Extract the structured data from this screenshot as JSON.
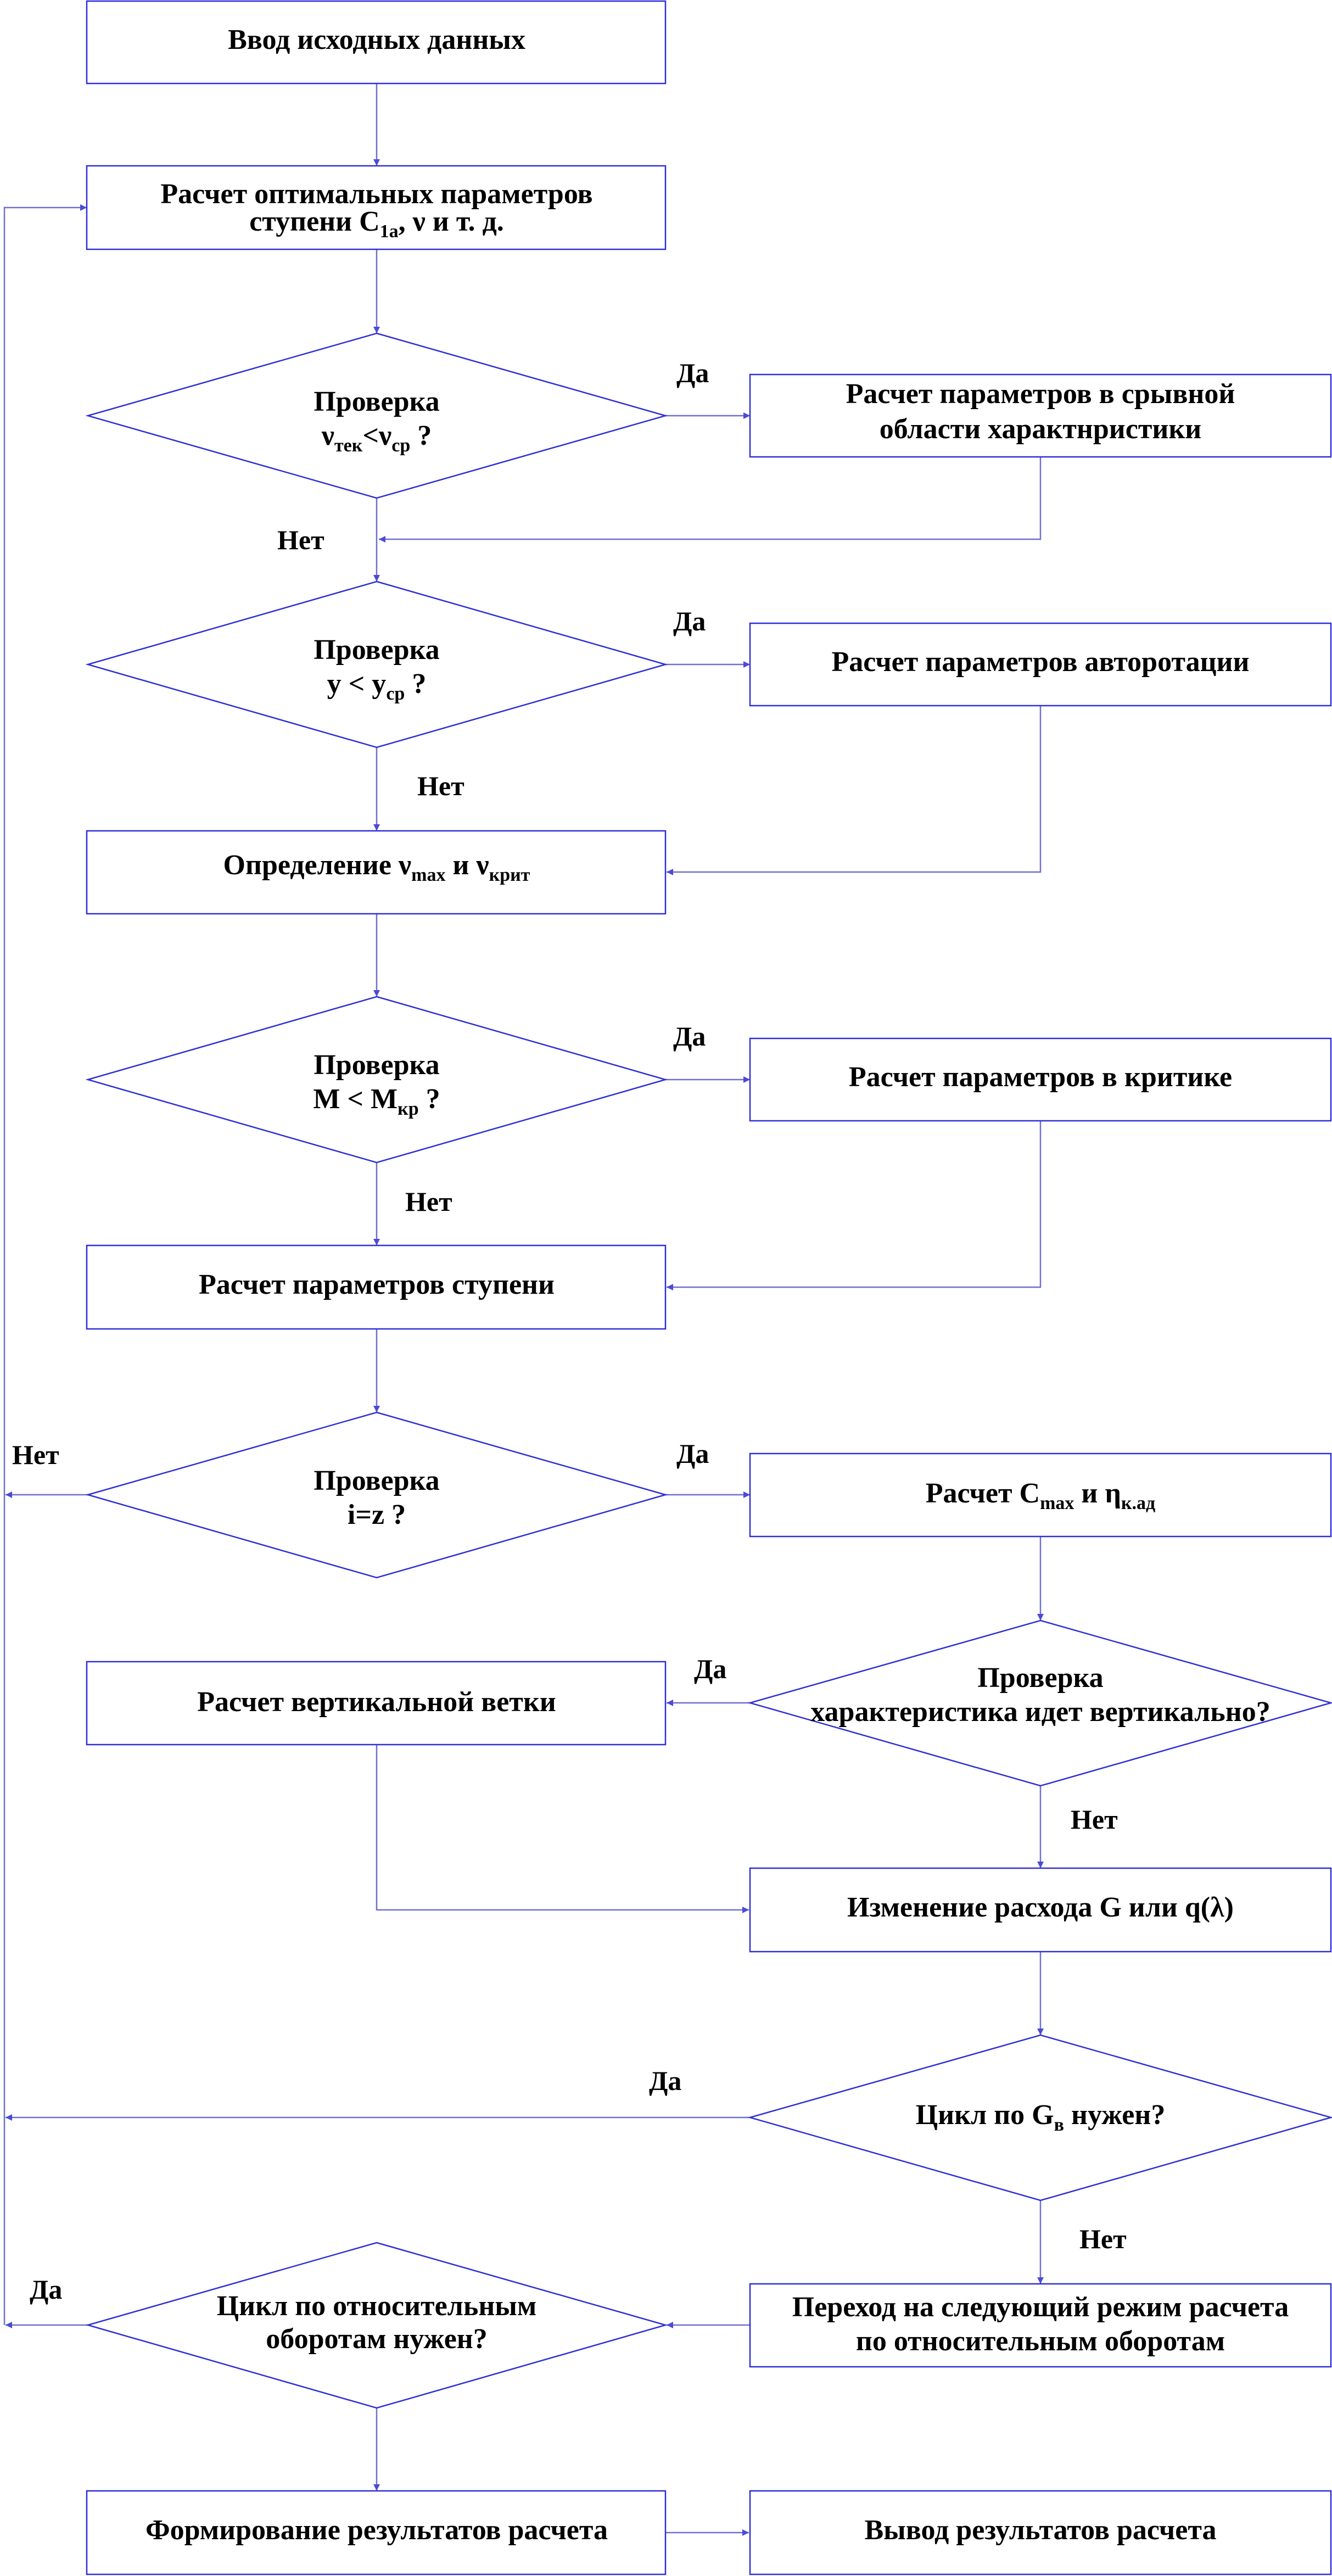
{
  "nodes": {
    "input": {
      "text": "Ввод исходных данных"
    },
    "optimal": {
      "line1": "Расчет оптимальных параметров",
      "line2_a": "ступени C",
      "line2_sub": "1a",
      "line2_b": ", ν и т. д."
    },
    "check_nu": {
      "line1": "Проверка",
      "a": "ν",
      "a_sub": "тек",
      "op": "<ν",
      "b_sub": "ср",
      "tail": " ?"
    },
    "stall": {
      "line1": "Расчет параметров в срывной",
      "line2": "области характнристики"
    },
    "check_y": {
      "line1": "Проверка",
      "a": "y < y",
      "a_sub": "ср",
      "tail": " ?"
    },
    "autorotation": {
      "text": "Расчет параметров авторотации"
    },
    "determine": {
      "a": "Определение ν",
      "a_sub": "max",
      "b": " и ν",
      "b_sub": "крит"
    },
    "check_m": {
      "line1": "Проверка",
      "a": "M < M",
      "a_sub": "кр",
      "tail": " ?"
    },
    "critical": {
      "text": "Расчет параметров в критике"
    },
    "stage": {
      "text": "Расчет параметров ступени"
    },
    "check_iz": {
      "line1": "Проверка",
      "line2": "i=z ?"
    },
    "cmax": {
      "a": "Расчет C",
      "a_sub": "max",
      "b": " и η",
      "b_sub": "к.ад"
    },
    "vertical_check": {
      "line1": "Проверка",
      "line2": "характеристика идет вертикально?"
    },
    "vertical_branch": {
      "text": "Расчет вертикальной ветки"
    },
    "flow_change": {
      "text": "Изменение расхода G или q(λ)"
    },
    "loop_g": {
      "a": "Цикл по G",
      "a_sub": "в",
      "b": " нужен?"
    },
    "next_mode": {
      "line1": "Переход на следующий режим расчета",
      "line2": "по относительным оборотам"
    },
    "loop_rev": {
      "line1": "Цикл по относительным",
      "line2": "оборотам нужен?"
    },
    "form_results": {
      "text": "Формирование результатов расчета"
    },
    "output": {
      "text": "Вывод результатов расчета"
    }
  },
  "labels": {
    "yes": "Да",
    "no": "Нет"
  }
}
